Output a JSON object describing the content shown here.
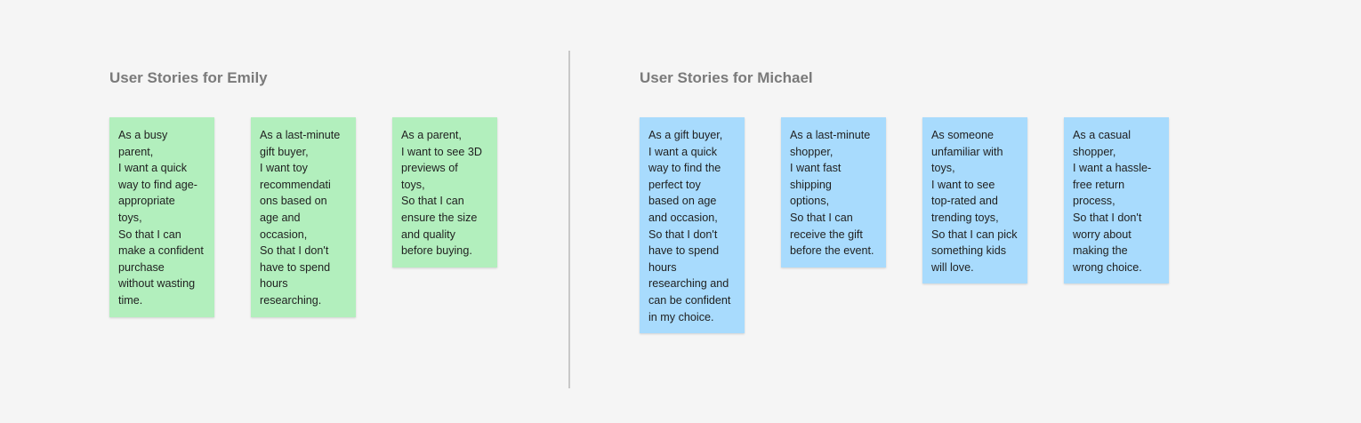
{
  "colors": {
    "background": "#f5f5f5",
    "heading": "#7a7a7a",
    "green_note": "#b2efbd",
    "blue_note": "#a8dbfd",
    "divider": "#c8c8c8"
  },
  "emily": {
    "title": "User Stories for Emily",
    "notes": [
      "As a busy\nparent,\nI want a quick\nway to find age-\nappropriate\ntoys,\nSo that I can\nmake a confident\npurchase\nwithout wasting\ntime.",
      "As a last-minute\ngift buyer,\nI want toy\nrecommendati\nons based on\nage and\noccasion,\nSo that I don't\nhave to spend\nhours\nresearching.",
      "As a parent,\nI want to see 3D\npreviews of\ntoys,\nSo that I can\nensure the size\nand quality\nbefore buying."
    ]
  },
  "michael": {
    "title": "User Stories for Michael",
    "notes": [
      "As a gift buyer,\nI want a quick\nway to find the\nperfect toy\nbased on age\nand occasion,\nSo that I don't\nhave to spend\nhours\nresearching and\ncan be confident\nin my choice.",
      "As a last-minute\nshopper,\nI want fast\nshipping\noptions,\nSo that I can\nreceive the gift\nbefore the event.",
      "As someone\nunfamiliar with\ntoys,\nI want to see\ntop-rated and\ntrending toys,\nSo that I can pick\nsomething kids\nwill love.",
      "As a casual\nshopper,\n I want a hassle-\nfree return\nprocess,\n So that I don't\nworry about\nmaking the\nwrong choice."
    ]
  }
}
